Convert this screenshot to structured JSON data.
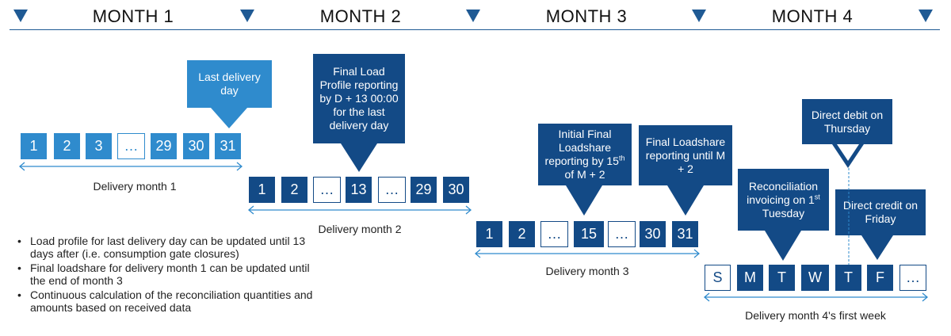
{
  "header": {
    "months": [
      "MONTH 1",
      "MONTH 2",
      "MONTH 3",
      "MONTH 4"
    ]
  },
  "month1": {
    "days": [
      "1",
      "2",
      "3",
      "…",
      "29",
      "30",
      "31"
    ],
    "callout": "Last delivery day",
    "range_label": "Delivery month 1"
  },
  "month2": {
    "days": [
      "1",
      "2",
      "…",
      "13",
      "…",
      "29",
      "30"
    ],
    "callout": "Final Load Profile reporting by D + 13 00:00 for the last delivery day",
    "range_label": "Delivery month 2"
  },
  "month3": {
    "days": [
      "1",
      "2",
      "…",
      "15",
      "…",
      "30",
      "31"
    ],
    "callout_initial_line1": "Initial Final Loadshare reporting by 15",
    "callout_initial_sup": "th",
    "callout_initial_line2": " of M + 2",
    "callout_final": "Final Loadshare reporting until M + 2",
    "range_label": "Delivery month 3"
  },
  "month4": {
    "days": [
      "S",
      "M",
      "T",
      "W",
      "T",
      "F",
      "…"
    ],
    "callout_reconciliation_pre": "Reconciliation invoicing on 1",
    "callout_reconciliation_sup": "st",
    "callout_reconciliation_post": " Tuesday",
    "callout_debit": "Direct debit on Thursday",
    "callout_credit": "Direct credit on Friday",
    "range_label": "Delivery month 4's first week"
  },
  "notes": [
    "Load profile for last delivery day can be updated until 13 days after (i.e. consumption gate closures)",
    "Final loadshare for delivery month 1 can be updated until the end of month 3",
    "Continuous calculation of the reconciliation quantities and amounts based on received data"
  ],
  "colors": {
    "month1_fill": "#2f8bcd",
    "dark_fill": "#134a86",
    "timeline_line": "#1f5a94"
  }
}
